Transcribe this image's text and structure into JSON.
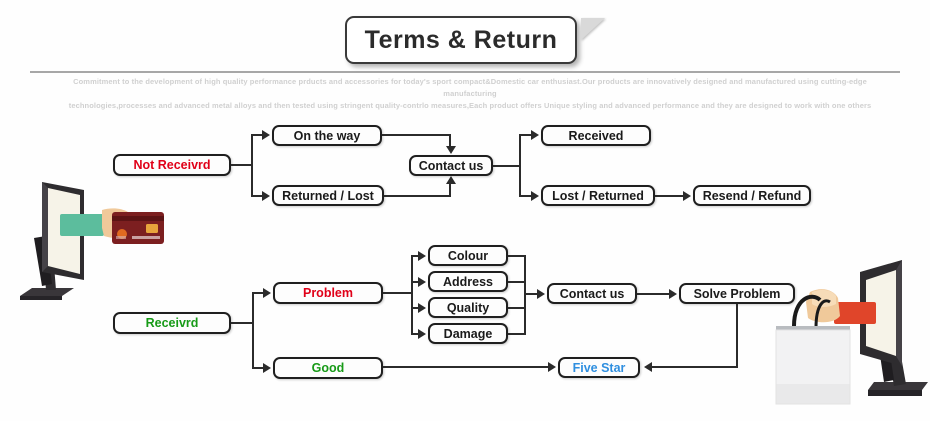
{
  "header": {
    "title": "Terms & Return",
    "divider": true
  },
  "blurb": {
    "line1": "Commitment to the development of high quality performance prducts and accessories for today's sport compact&Domestic car enthusiast.Our products are innovatively designed and manufactured using cutting-edge manufacturing",
    "line2": "technologies,processes and advanced metal alloys and then tested using stringent quality-contrlo measures,Each  product offers Unique styling and advanced performance and they are designed to work with one others"
  },
  "colors": {
    "red": "#e00018",
    "green": "#179a17",
    "blue": "#2f8fe0",
    "line": "#2b2b2b",
    "box_border": "#1f1f1f",
    "blurb_text": "#d0d0d0",
    "sleeve_left": "#5cbd9d",
    "sleeve_right": "#e0452a",
    "card": "#7c1f20",
    "monitor": "#2e2c2f"
  },
  "flow_top": {
    "start": {
      "label": "Not Receivrd",
      "color": "red"
    },
    "branch_a": {
      "label": "On the way"
    },
    "branch_b": {
      "label": "Returned / Lost"
    },
    "hub": {
      "label": "Contact us"
    },
    "out_a": {
      "label": "Received"
    },
    "out_b": {
      "label": "Lost / Returned"
    },
    "out_c": {
      "label": "Resend / Refund"
    }
  },
  "flow_bottom": {
    "start": {
      "label": "Receivrd",
      "color": "green"
    },
    "branch_problem": {
      "label": "Problem",
      "color": "red"
    },
    "branch_good": {
      "label": "Good",
      "color": "green"
    },
    "issues": [
      {
        "label": "Colour"
      },
      {
        "label": "Address"
      },
      {
        "label": "Quality"
      },
      {
        "label": "Damage"
      }
    ],
    "hub": {
      "label": "Contact us"
    },
    "solve": {
      "label": "Solve Problem"
    },
    "five_star": {
      "label": "Five Star",
      "color": "blue"
    }
  },
  "illustrations": {
    "left": {
      "name": "monitor-hand-credit-card"
    },
    "right": {
      "name": "monitor-hand-shopping-bag"
    }
  }
}
